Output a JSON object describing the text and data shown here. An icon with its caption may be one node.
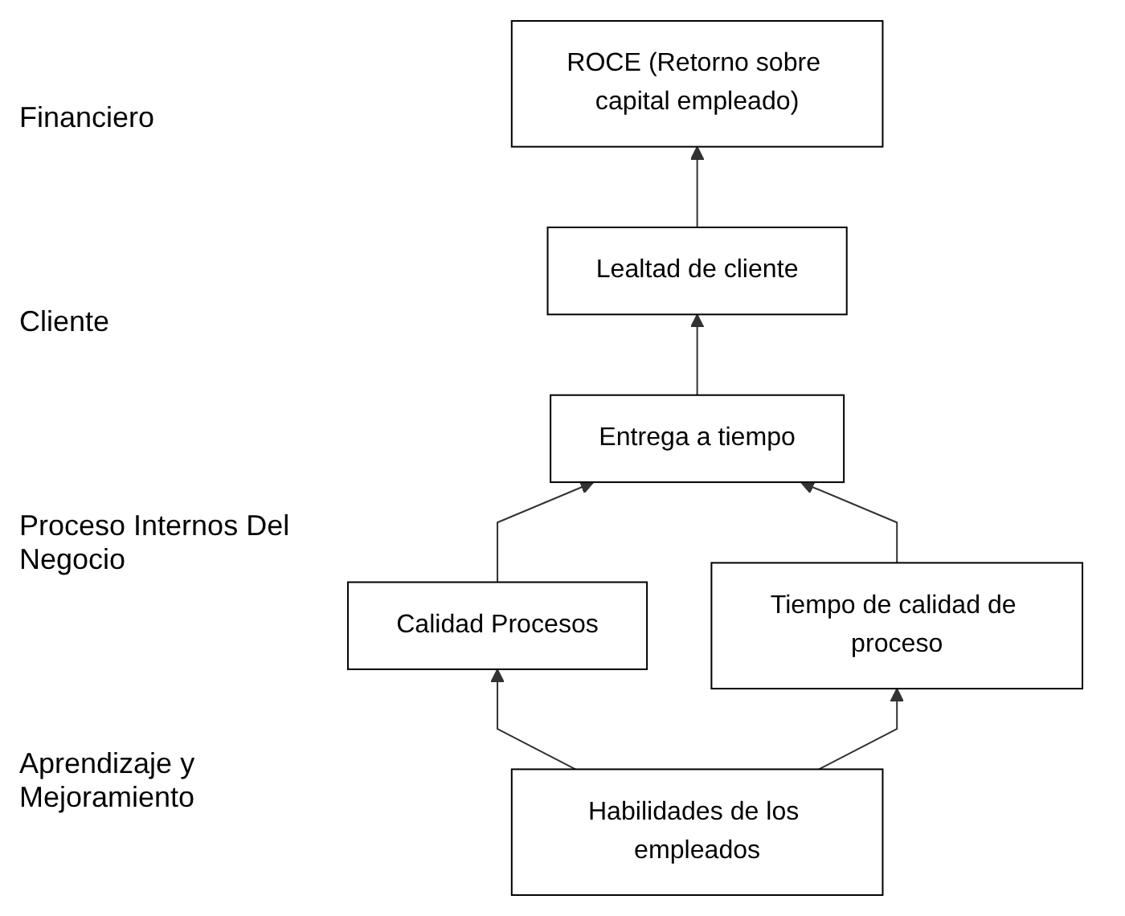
{
  "diagram": {
    "nodes": [
      {
        "text": [
          "ROCE (Retorno sobre capital empleado)"
        ]
      },
      {
        "text": [
          "Lealtad de cliente"
        ]
      },
      {
        "text": [
          "Entrega a tiempo"
        ]
      },
      {
        "text": [
          "Calidad Procesos"
        ]
      },
      {
        "text": [
          "Tiempo de calidad de proceso"
        ]
      },
      {
        "text": [
          "Habilidades de los empleados"
        ]
      }
    ],
    "edges": [
      {
        "from": 1,
        "to": 0,
        "arrow": "to"
      },
      {
        "from": 2,
        "to": 1,
        "arrow": "to"
      },
      {
        "from": 3,
        "to": 2,
        "arrow": "to"
      },
      {
        "from": 4,
        "to": 2,
        "arrow": "to"
      },
      {
        "from": 5,
        "to": 3,
        "arrow": "to"
      },
      {
        "from": 5,
        "to": 4,
        "arrow": "to"
      }
    ],
    "labels": [
      "Financiero",
      "Cliente",
      "Proceso Internos Del Negocio",
      "Aprendizaje y Mejoramiento"
    ]
  }
}
